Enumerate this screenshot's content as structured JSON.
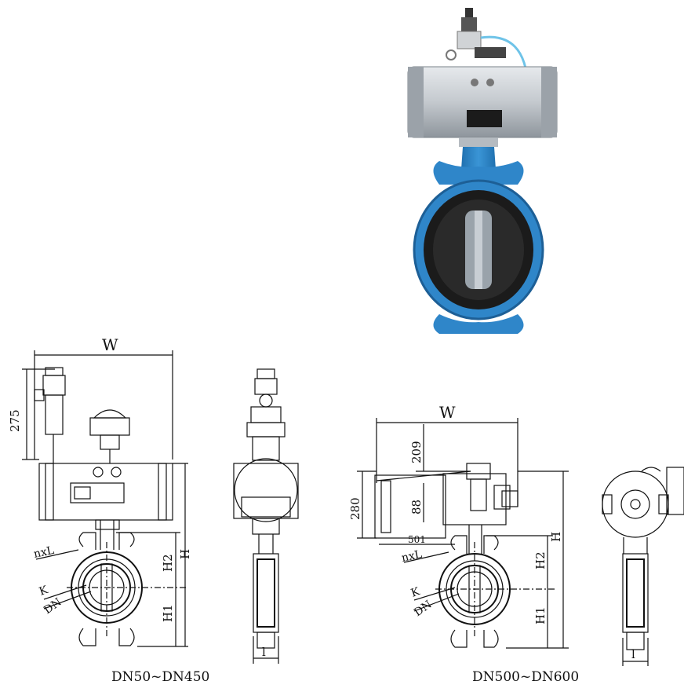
{
  "photo": {
    "name": "pneumatic-butterfly-valve-photo",
    "colors": {
      "actuator": "#c9ced3",
      "body": "#2f86c9",
      "seat": "#1b1b1b",
      "disc": "#9aa3ab"
    }
  },
  "left_drawing": {
    "dims": {
      "w": "W",
      "h275": "275",
      "nxl": "nxL",
      "k": "K",
      "dn": "DN",
      "h": "H",
      "h2": "H2",
      "h1": "H1",
      "l": "l"
    },
    "caption": "DN50~DN450"
  },
  "right_drawing": {
    "dims": {
      "w": "W",
      "h209": "209",
      "h280": "280",
      "h88": "88",
      "w501": "501",
      "nxl": "nxL",
      "k": "K",
      "dn": "DN",
      "h": "H",
      "h2": "H2",
      "h1": "H1",
      "l": "l"
    },
    "caption": "DN500~DN600"
  }
}
